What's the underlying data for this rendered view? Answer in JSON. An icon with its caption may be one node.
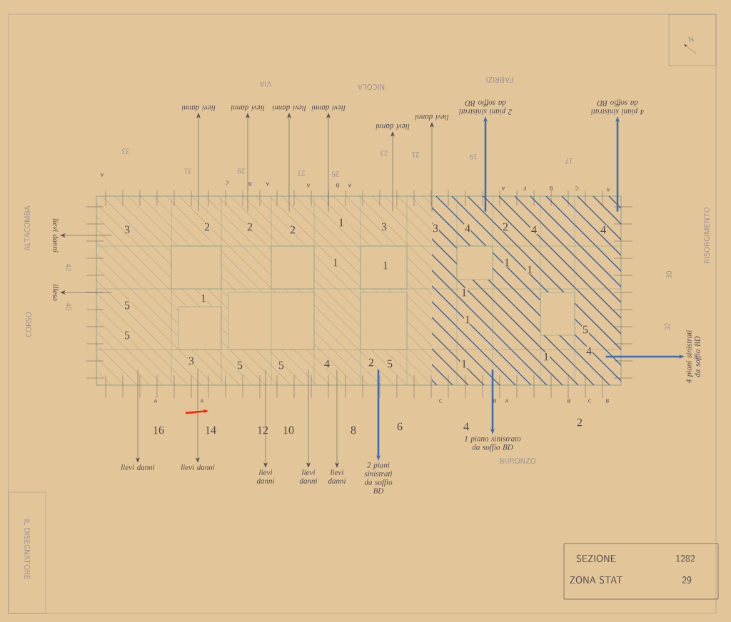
{
  "diagram": {
    "nodes": [
      {
        "text": [],
        "shape": "box"
      },
      {
        "text": [
          "lievi danni"
        ]
      },
      {
        "text": [
          "lievi danni"
        ]
      },
      {
        "text": [
          "lievi danni"
        ]
      },
      {
        "text": [
          "lievi danni"
        ]
      },
      {
        "text": [
          "lievi danni"
        ]
      },
      {
        "text": [
          "lievi danni"
        ]
      },
      {
        "text": [
          "2 piani sinistrati da soffio BD"
        ]
      },
      {
        "text": [
          "4 piani sinistrati da soffio BD"
        ]
      },
      {
        "text": [
          "lievi danni"
        ]
      },
      {
        "text": [
          "illesa"
        ]
      },
      {
        "text": [
          "lievi danni"
        ]
      },
      {
        "text": [
          "lievi danni"
        ]
      },
      {
        "text": [
          "lievi danni"
        ]
      },
      {
        "text": [
          "lievi danni"
        ]
      },
      {
        "text": [
          "lievi danni"
        ]
      },
      {
        "text": [
          "2 piani sinistrati da soffio BD"
        ]
      },
      {
        "text": [
          "1 piano sinistrato da soffio BD"
        ]
      },
      {
        "text": [
          "4 piani sinistrati da soffio BD"
        ]
      }
    ],
    "edges": [
      {
        "from": 0,
        "to": 1,
        "arrow": "to"
      },
      {
        "from": 0,
        "to": 2,
        "arrow": "to"
      },
      {
        "from": 0,
        "to": 3,
        "arrow": "to"
      },
      {
        "from": 0,
        "to": 4,
        "arrow": "to"
      },
      {
        "from": 0,
        "to": 5,
        "arrow": "to"
      },
      {
        "from": 0,
        "to": 6,
        "arrow": "to"
      },
      {
        "from": 0,
        "to": 7,
        "arrow": "to",
        "style": "thick",
        "color": "#3b6db3"
      },
      {
        "from": 0,
        "to": 8,
        "arrow": "to",
        "style": "thick",
        "color": "#3b6db3"
      },
      {
        "from": 0,
        "to": 9,
        "arrow": "to"
      },
      {
        "from": 0,
        "to": 10,
        "arrow": "to"
      },
      {
        "from": 0,
        "to": 11,
        "arrow": "to"
      },
      {
        "from": 0,
        "to": 12,
        "arrow": "to"
      },
      {
        "from": 0,
        "to": 13,
        "arrow": "to"
      },
      {
        "from": 0,
        "to": 14,
        "arrow": "to"
      },
      {
        "from": 0,
        "to": 15,
        "arrow": "to"
      },
      {
        "from": 0,
        "to": 16,
        "arrow": "to",
        "style": "thick",
        "color": "#3b6db3"
      },
      {
        "from": 0,
        "to": 17,
        "arrow": "to",
        "style": "thick",
        "color": "#3b6db3"
      },
      {
        "from": 0,
        "to": 18,
        "arrow": "to",
        "style": "thick",
        "color": "#3b6db3"
      }
    ],
    "labels": [
      "N",
      "VIA",
      "NICOLA",
      "FABRIZI",
      "33",
      "31",
      "29",
      "27",
      "25",
      "23",
      "21",
      "19",
      "17",
      "A",
      "C",
      "B",
      "A",
      "A",
      "B",
      "A",
      "A",
      "F",
      "B",
      "C",
      "A",
      "ALTACOMBA",
      "CORSO",
      "42",
      "40",
      "3",
      "2",
      "2",
      "2",
      "1",
      "3",
      "3",
      "4",
      "2",
      "4",
      "4",
      "1",
      "1",
      "1",
      "1",
      "1",
      "5",
      "1",
      "1",
      "5",
      "5",
      "3",
      "5",
      "5",
      "4",
      "2",
      "5",
      "1",
      "1",
      "4",
      "RISORGIMENTO",
      "30",
      "32",
      "A",
      "A",
      "C",
      "B",
      "A",
      "B",
      "C",
      "B",
      "16",
      "14",
      "12",
      "10",
      "8",
      "6",
      "4",
      "2",
      "BURONZO",
      "IL DISEGNATORE",
      "SEZIONE",
      "1282",
      "ZONA STAT",
      "29"
    ]
  }
}
